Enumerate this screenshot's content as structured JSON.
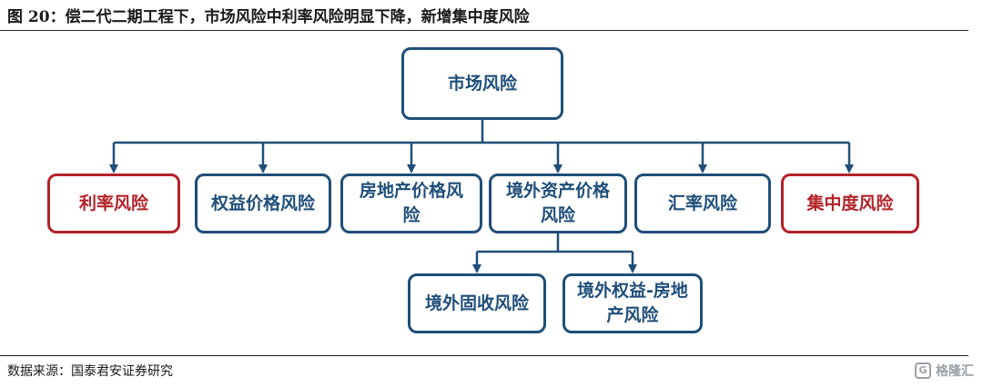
{
  "title": "图 20：偿二代二期工程下，市场风险中利率风险明显下降，新增集中度风险",
  "source": "数据来源：国泰君安证券研究",
  "watermark": {
    "text": "格隆汇",
    "icon": "G"
  },
  "colors": {
    "node_border": "#1f4e79",
    "highlight": "#b22228"
  },
  "root": {
    "label": "市场风险"
  },
  "level1": [
    {
      "label": "利率风险",
      "highlight": true
    },
    {
      "label": "权益价格风险",
      "highlight": false
    },
    {
      "label": "房地产价格风险",
      "highlight": false
    },
    {
      "label": "境外资产价格风险",
      "highlight": false
    },
    {
      "label": "汇率风险",
      "highlight": false
    },
    {
      "label": "集中度风险",
      "highlight": true
    }
  ],
  "level2": [
    {
      "label": "境外固收风险"
    },
    {
      "label": "境外权益-房地产风险"
    }
  ]
}
